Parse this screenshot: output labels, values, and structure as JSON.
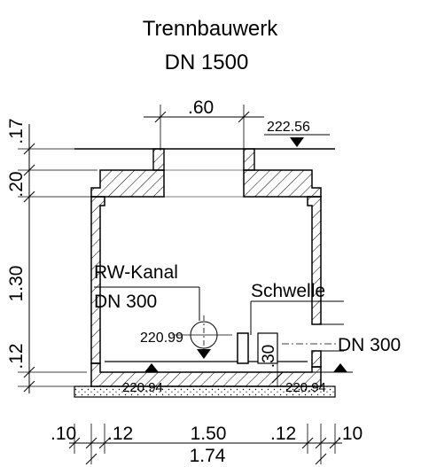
{
  "title": {
    "line1": "Trennbauwerk",
    "line2": "DN 1500"
  },
  "top_elevation": "222.56",
  "opening_width": ".60",
  "vertical_dims": {
    "top": ".17",
    "slab": ".20",
    "height": "1.30",
    "floor": ".12"
  },
  "labels": {
    "rw_kanal": "RW-Kanal",
    "rw_dn": "DN 300",
    "schwelle": "Schwelle",
    "outlet_dn": "DN 300",
    "pipe_elevation": "220.99",
    "threshold_height": ".30"
  },
  "floor_elevations": {
    "left": "220.94",
    "right": "220.94"
  },
  "horizontal_dims": {
    "outer_left": ".10",
    "wall_left": ".12",
    "inner": "1.50",
    "wall_right": ".12",
    "outer_right": ".10",
    "total": "1.74"
  }
}
